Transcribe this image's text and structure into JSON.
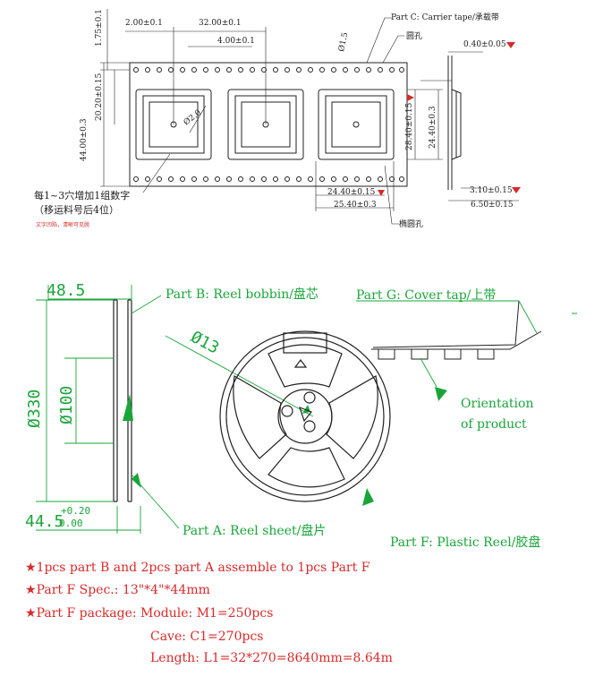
{
  "tape": {
    "part_c": "Part C: Carrier tape/承载带",
    "round_hole": "圆孔",
    "oval_hole": "椭圆孔",
    "every_hole_note_1": "每1~3穴增加1组数字",
    "every_hole_note_2": "（移运料号后4位）",
    "red_note": "文字凹陷，清晰可见脱",
    "dims": {
      "d_2": "2.00±0.1",
      "d_32": "32.00±0.1",
      "d_4": "4.00±0.1",
      "d_175": "1.75±0.1",
      "d_2020": "20.20±0.15",
      "d_44": "44.00±0.3",
      "d_15": "Ø1.5",
      "d_2b": "Ø2.0",
      "d_040": "0.40±0.05",
      "d_2840": "28.40±0.15",
      "d_2440v": "24.40±0.3",
      "d_2440h": "24.40±0.15",
      "d_2540": "25.40±0.3",
      "d_310": "3.10±0.15",
      "d_650": "6.50±0.15"
    }
  },
  "reel": {
    "width_top": "48.5",
    "width_bottom": "44.5",
    "tol_upper": "+0.20",
    "tol_lower": "0.00",
    "dia_outer": "Ø330",
    "dia_hub": "Ø100",
    "dia_bore": "Ø13",
    "part_b": "Part B: Reel bobbin/盘芯",
    "part_g": "Part G: Cover tap/上带",
    "part_a": "Part A: Reel sheet/盘片",
    "part_f": "Part F: Plastic Reel/胶盘",
    "orientation_1": "Orientation",
    "orientation_2": "of product"
  },
  "notes": {
    "line1": "1pcs part B and 2pcs part A assemble to 1pcs Part F",
    "line2": "Part F Spec.: 13\"*4\"*44mm",
    "line3": "Part F package:  Module: M1=250pcs",
    "line4": "Cave: C1=270pcs",
    "line5": "Length: L1=32*270=8640mm=8.64m",
    "star": "★"
  },
  "colors": {
    "green": "#1aa53a",
    "red": "#d62b2b",
    "black": "#222222"
  }
}
